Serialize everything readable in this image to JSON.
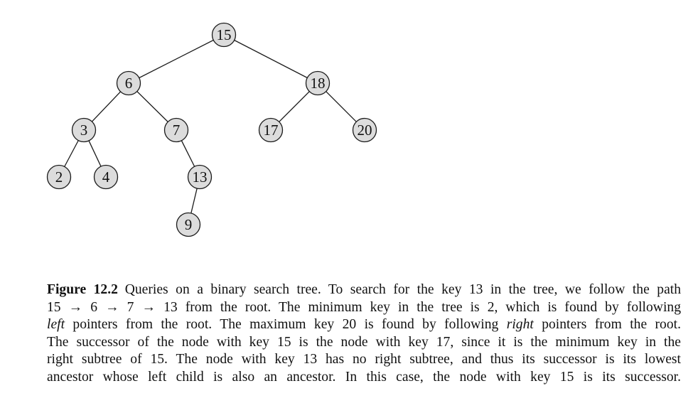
{
  "tree": {
    "nodes": [
      {
        "id": "n15",
        "key": "15"
      },
      {
        "id": "n6",
        "key": "6"
      },
      {
        "id": "n18",
        "key": "18"
      },
      {
        "id": "n3",
        "key": "3"
      },
      {
        "id": "n7",
        "key": "7"
      },
      {
        "id": "n17",
        "key": "17"
      },
      {
        "id": "n20",
        "key": "20"
      },
      {
        "id": "n2",
        "key": "2"
      },
      {
        "id": "n4",
        "key": "4"
      },
      {
        "id": "n13",
        "key": "13"
      },
      {
        "id": "n9",
        "key": "9"
      }
    ],
    "edges": [
      [
        "n15",
        "n6"
      ],
      [
        "n15",
        "n18"
      ],
      [
        "n6",
        "n3"
      ],
      [
        "n6",
        "n7"
      ],
      [
        "n18",
        "n17"
      ],
      [
        "n18",
        "n20"
      ],
      [
        "n3",
        "n2"
      ],
      [
        "n3",
        "n4"
      ],
      [
        "n7",
        "n13"
      ],
      [
        "n13",
        "n9"
      ]
    ],
    "colors": {
      "node_fill": "#dcdcdc",
      "stroke": "#1a1a1a"
    }
  },
  "caption": {
    "label": "Figure 12.2",
    "line1_text": "Queries on a binary search tree. To search for the key 13 in the tree, we follow the path",
    "line2_text": "15 → 6 → 7 → 13 from the root. The minimum key in the tree is 2, which is found by following",
    "line3_em1": "left",
    "line3_mid": " pointers from the root. The maximum key 20 is found by following ",
    "line3_em2": "right",
    "line3_end": " pointers from the root.",
    "line4_text": "The successor of the node with key 15 is the node with key 17, since it is the minimum key in the",
    "line5_text": "right subtree of 15. The node with key 13 has no right subtree, and thus its successor is its lowest",
    "line6_text": "ancestor whose left child is also an ancestor. In this case, the node with key 15 is its successor."
  }
}
